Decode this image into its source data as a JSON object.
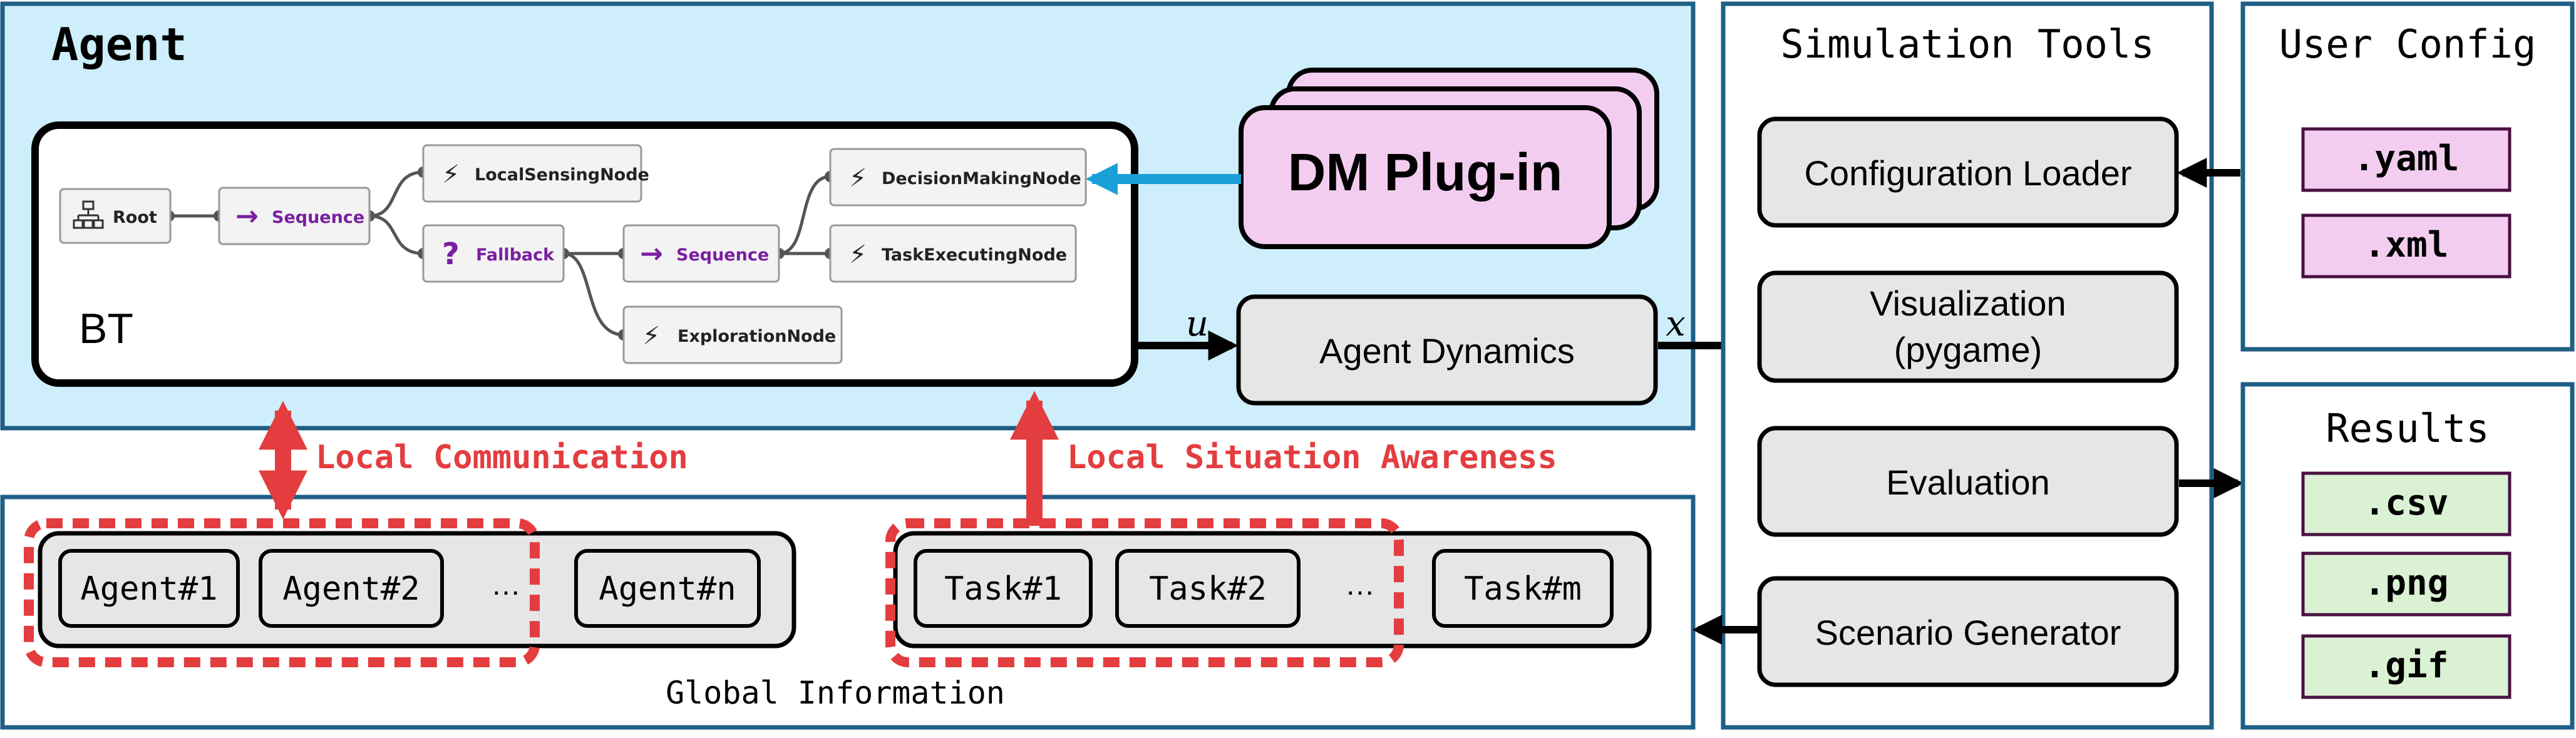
{
  "agent": {
    "title": "Agent",
    "bt_label": "BT",
    "bt_nodes": {
      "root": "Root",
      "sequence1": "Sequence",
      "local_sensing": "LocalSensingNode",
      "fallback": "Fallback",
      "sequence2": "Sequence",
      "decision_making": "DecisionMakingNode",
      "task_executing": "TaskExecutingNode",
      "exploration": "ExplorationNode"
    },
    "dm_plugin": "DM Plug-in",
    "agent_dynamics": "Agent Dynamics",
    "u_label": "u",
    "x_label": "x"
  },
  "communication": {
    "local_communication": "Local Communication",
    "local_situation_awareness": "Local Situation Awareness"
  },
  "global_information": {
    "label": "Global Information",
    "agents": [
      "Agent#1",
      "Agent#2",
      "…",
      "Agent#n"
    ],
    "tasks": [
      "Task#1",
      "Task#2",
      "…",
      "Task#m"
    ]
  },
  "simulation_tools": {
    "title": "Simulation Tools",
    "configuration_loader": "Configuration Loader",
    "visualization_line1": "Visualization",
    "visualization_line2": "(pygame)",
    "evaluation": "Evaluation",
    "scenario_generator": "Scenario Generator"
  },
  "user_config": {
    "title": "User Config",
    "files": [
      ".yaml",
      ".xml"
    ]
  },
  "results": {
    "title": "Results",
    "files": [
      ".csv",
      ".png",
      ".gif"
    ]
  },
  "colors": {
    "agent_bg": "#cdeefa",
    "frame_blue": "#1f5f86",
    "box_gray": "#e6e6e6",
    "dm_pink": "#f3cdef",
    "config_pink": "#f3cdef",
    "result_green": "#daf1d4",
    "red": "#e33d3f",
    "cyan_arrow": "#1aa0d8",
    "purple": "#7a1fa2"
  }
}
